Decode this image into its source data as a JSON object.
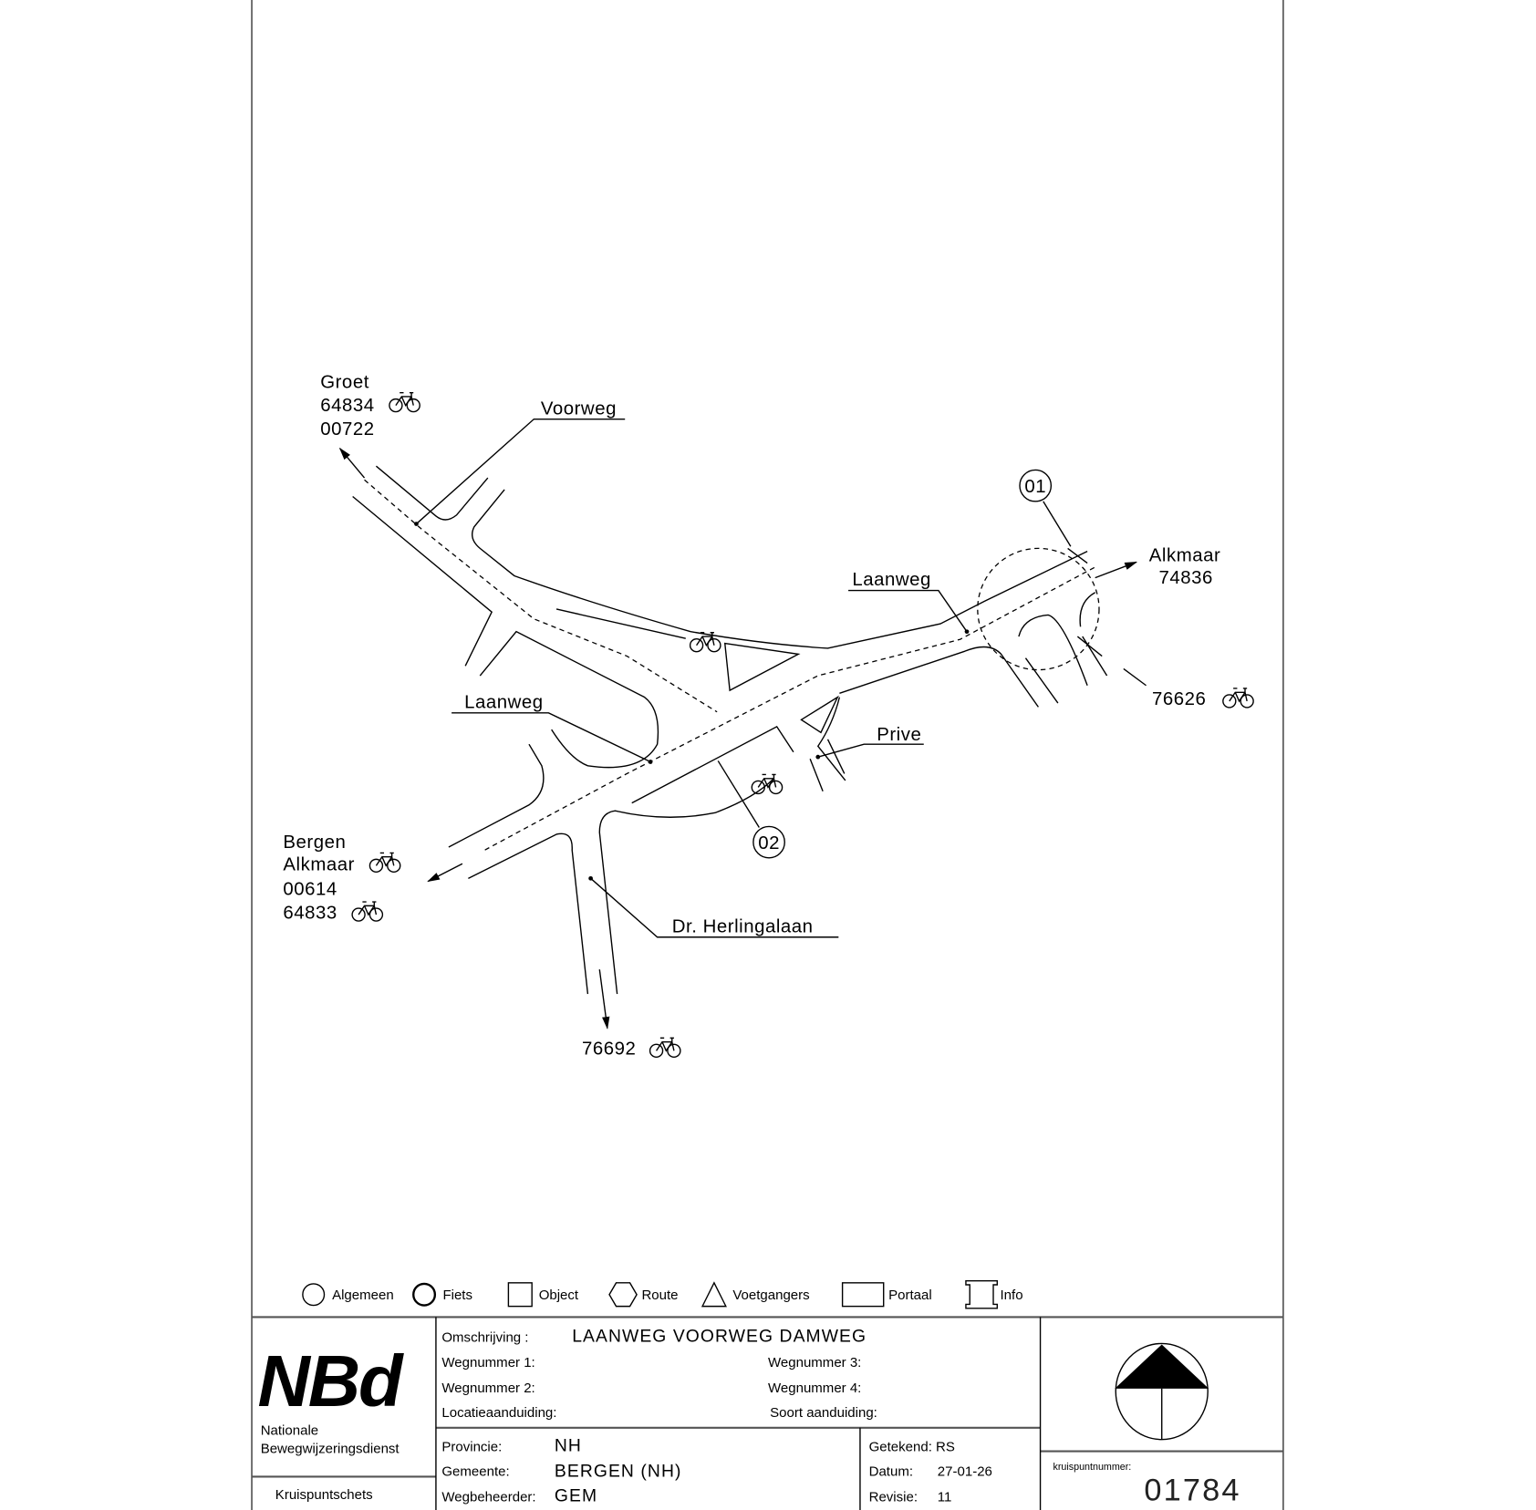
{
  "map": {
    "destinations": {
      "groet": [
        "Groet",
        "64834",
        "00722"
      ],
      "alkmaar_ne": [
        "Alkmaar",
        "74836"
      ],
      "bergen": [
        "Bergen",
        "Alkmaar",
        "00614",
        "64833"
      ],
      "east": "76626",
      "south": "76692"
    },
    "streets": {
      "voorweg": "Voorweg",
      "laanweg_right": "Laanweg",
      "laanweg_left": "Laanweg",
      "prive": "Prive",
      "herlingalaan": "Dr.  Herlingalaan"
    },
    "markers": [
      "01",
      "02"
    ]
  },
  "legend": [
    "Algemeen",
    "Fiets",
    "Object",
    "Route",
    "Voetgangers",
    "Portaal",
    "Info"
  ],
  "titleblock": {
    "logo": "NBd",
    "org_line1": "Nationale",
    "org_line2": "Bewegwijzeringsdienst",
    "doc_type": "Kruispuntschets",
    "omschrijving_label": "Omschrijving :",
    "omschrijving": "LAANWEG  VOORWEG  DAMWEG",
    "wegnummer1": "Wegnummer  1:",
    "wegnummer2": "Wegnummer  2:",
    "wegnummer3": "Wegnummer  3:",
    "wegnummer4": "Wegnummer  4:",
    "locatie": "Locatieaanduiding:",
    "soort": "Soort  aanduiding:",
    "provincie_label": "Provincie:",
    "provincie": "NH",
    "gemeente_label": "Gemeente:",
    "gemeente": "BERGEN  (NH)",
    "wegbeheerder_label": "Wegbeheerder:",
    "wegbeheerder": "GEM",
    "getekend": "Getekend: RS",
    "datum_label": "Datum:",
    "datum": "27-01-26",
    "revisie_label": "Revisie:",
    "revisie": "11",
    "kruispunt_label": "kruispuntnummer:",
    "kruispunt": "01784"
  }
}
